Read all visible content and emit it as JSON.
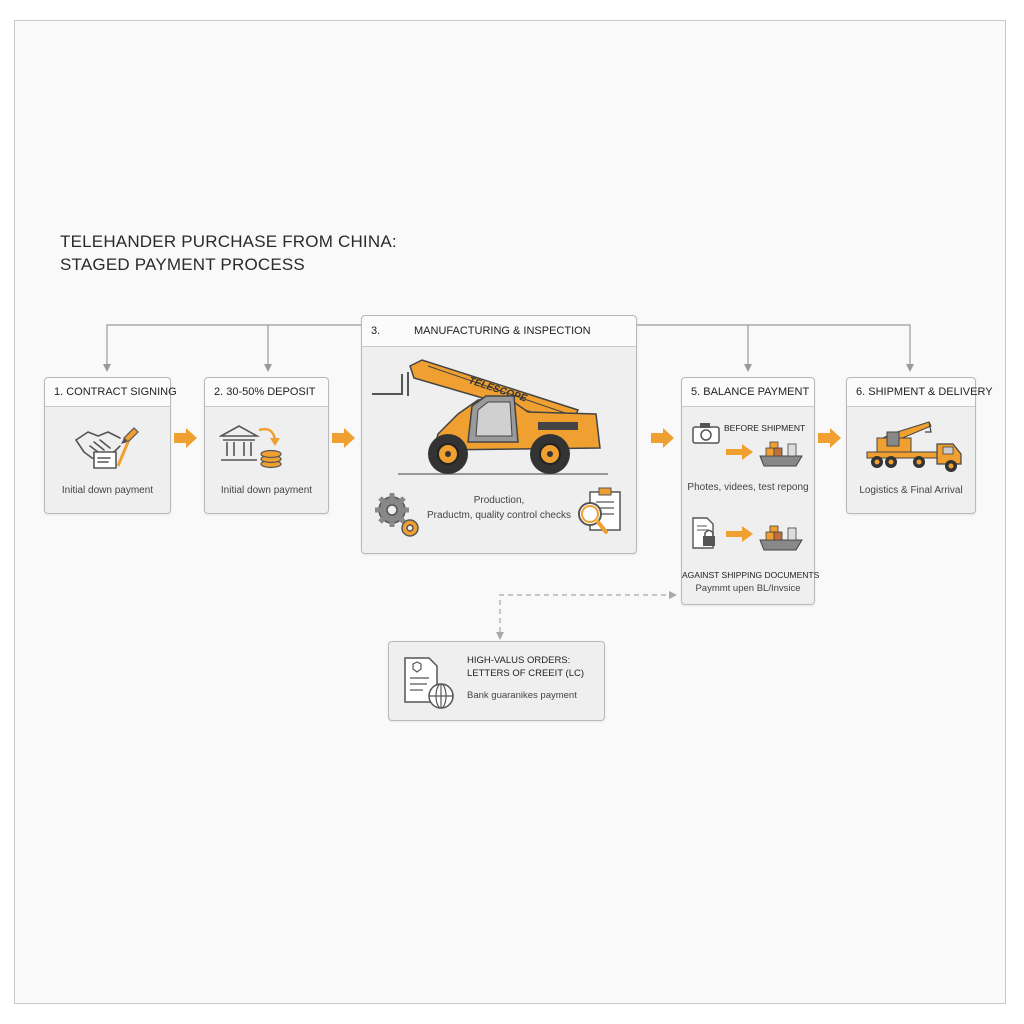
{
  "title": {
    "line1": "TELEHANDER PURCHASE FROM CHINA:",
    "line2": "STAGED PAYMENT PROCESS"
  },
  "steps": [
    {
      "label": "1. CONTRACT SIGNING",
      "caption": "Initial down payment"
    },
    {
      "label": "2. 30-50% DEPOSIT",
      "caption": "Initial down payment"
    },
    {
      "label_num": "3.",
      "label": "MANUFACTURING & INSPECTION",
      "machine_text": "TELESCOPE",
      "caption_line1": "Production,",
      "caption_line2": "Praductm, quality control checks"
    },
    {
      "label": "5. BALANCE PAYMENT",
      "option1_title": "BEFORE SHIPMENT",
      "option1_caption": "Photes, videes, test repong",
      "option2_title": "AGAINST SHIPPING DOCUMENTS",
      "option2_caption": "Paymmt upen BL/Invsice"
    },
    {
      "label": "6. SHIPMENT & DELIVERY",
      "caption": "Logistics & Final Arrival"
    }
  ],
  "lc": {
    "title_line1": "HIGH-VALUS ORDERS:",
    "title_line2": "LETTERS OF CREEIT (LC)",
    "caption": "Bank guaranikes payment"
  },
  "colors": {
    "accent": "#f0a030",
    "icon": "#555555",
    "border": "#b9b9b9"
  }
}
